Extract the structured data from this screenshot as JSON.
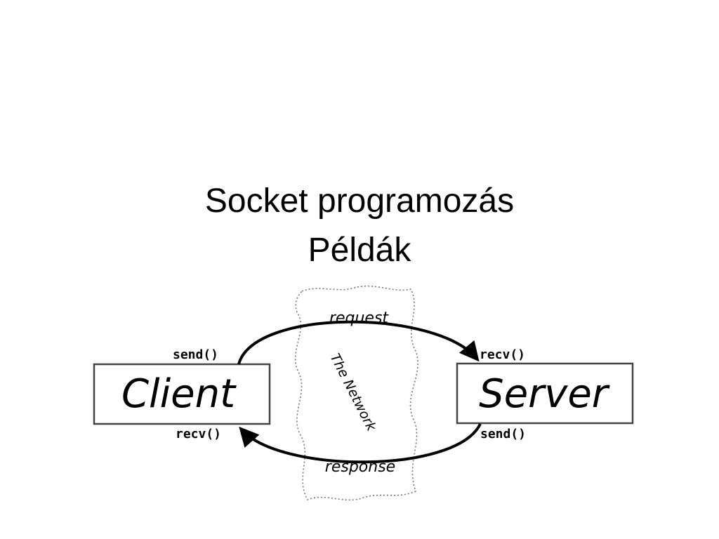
{
  "slide": {
    "title_line1": "Socket programozás",
    "title_line2": "Példák"
  },
  "diagram": {
    "client_label": "Client",
    "server_label": "Server",
    "network_label": "The Network",
    "request_label": "request",
    "response_label": "response",
    "client_send": "send()",
    "client_recv": "recv()",
    "server_recv": "recv()",
    "server_send": "send()"
  },
  "colors": {
    "ink": "#000000",
    "cloud_stroke": "#777777",
    "box_stroke": "#444444"
  }
}
